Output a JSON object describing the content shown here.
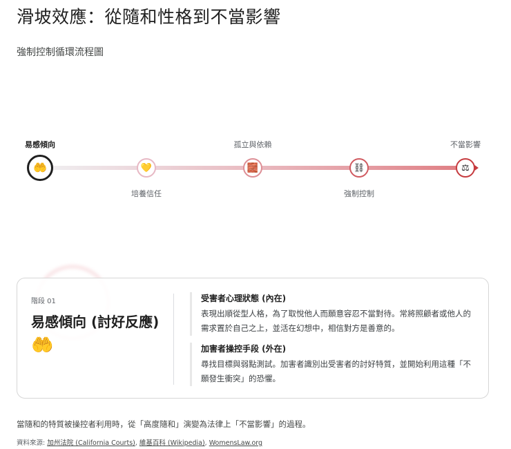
{
  "header": {
    "title": "滑坡效應：從隨和性格到不當影響",
    "subtitle": "強制控制循環流程圖"
  },
  "timeline": {
    "accent_color": "#c63b3f",
    "stages": [
      {
        "label": "易感傾向",
        "icon": "open-hands-icon",
        "glyph": "🤲",
        "label_position": "top",
        "active": true
      },
      {
        "label": "培養信任",
        "icon": "yellow-heart-icon",
        "glyph": "💛",
        "label_position": "bottom",
        "active": false
      },
      {
        "label": "孤立與依賴",
        "icon": "brick-icon",
        "glyph": "🧱",
        "label_position": "top",
        "active": false
      },
      {
        "label": "強制控制",
        "icon": "chains-icon",
        "glyph": "⛓",
        "label_position": "bottom",
        "active": false
      },
      {
        "label": "不當影響",
        "icon": "scales-icon",
        "glyph": "⚖",
        "label_position": "top",
        "active": false
      }
    ]
  },
  "detail_card": {
    "stage_number": "階段 01",
    "stage_title": "易感傾向 (討好反應)",
    "stage_emoji": "🤲",
    "sections": [
      {
        "title": "受害者心理狀態 (內在)",
        "body": "表現出順從型人格，為了取悅他人而願意容忍不當對待。常將照顧者或他人的需求置於自己之上，並活在幻想中，相信對方是善意的。"
      },
      {
        "title": "加害者操控手段 (外在)",
        "body": "尋找目標與弱點測試。加害者識別出受害者的討好特質，並開始利用這種「不願發生衝突」的恐懼。"
      }
    ]
  },
  "footer": {
    "note": "當隨和的特質被操控者利用時，從「高度隨和」演變為法律上「不當影響」的過程。",
    "sources_label": "資料來源: ",
    "sources": [
      {
        "label": "加州法院 (California Courts)"
      },
      {
        "label": "維基百科 (Wikipedia)"
      },
      {
        "label": "WomensLaw.org"
      }
    ],
    "separator": ", "
  }
}
